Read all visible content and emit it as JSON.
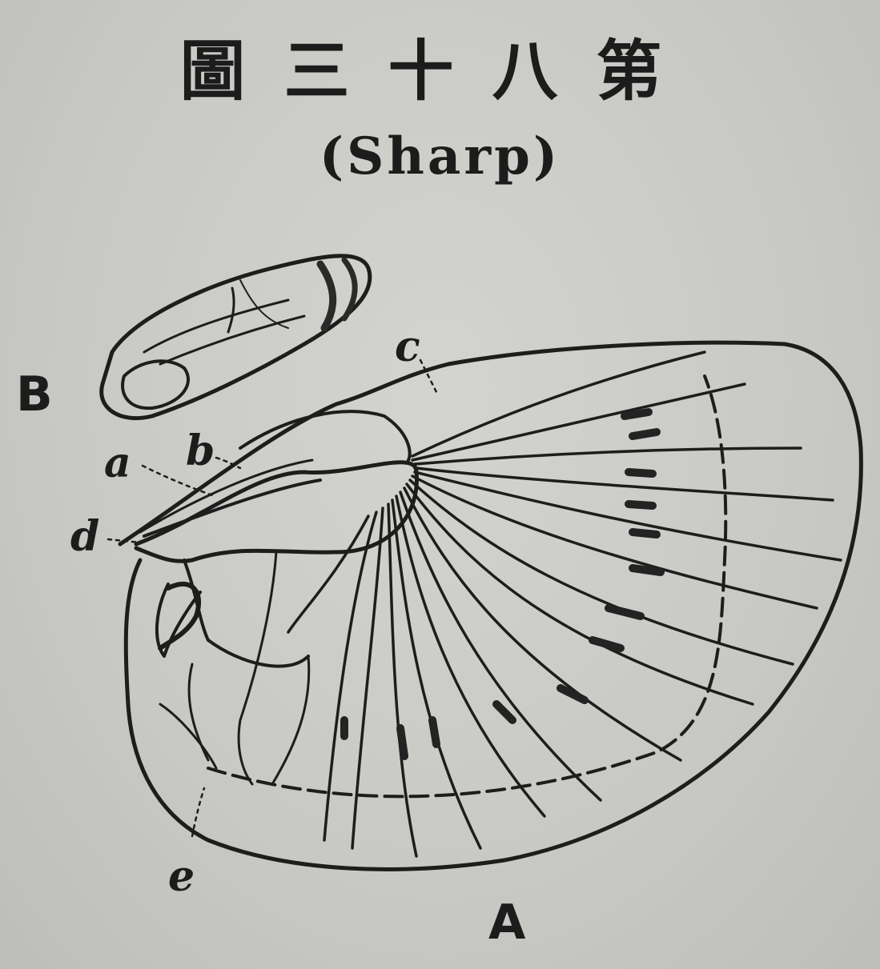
{
  "title": "第八十三圖",
  "subtitle": "(Sharp)",
  "labels": {
    "A": "A",
    "B": "B",
    "a": "a",
    "b": "b",
    "c": "c",
    "d": "d",
    "e": "e"
  }
}
